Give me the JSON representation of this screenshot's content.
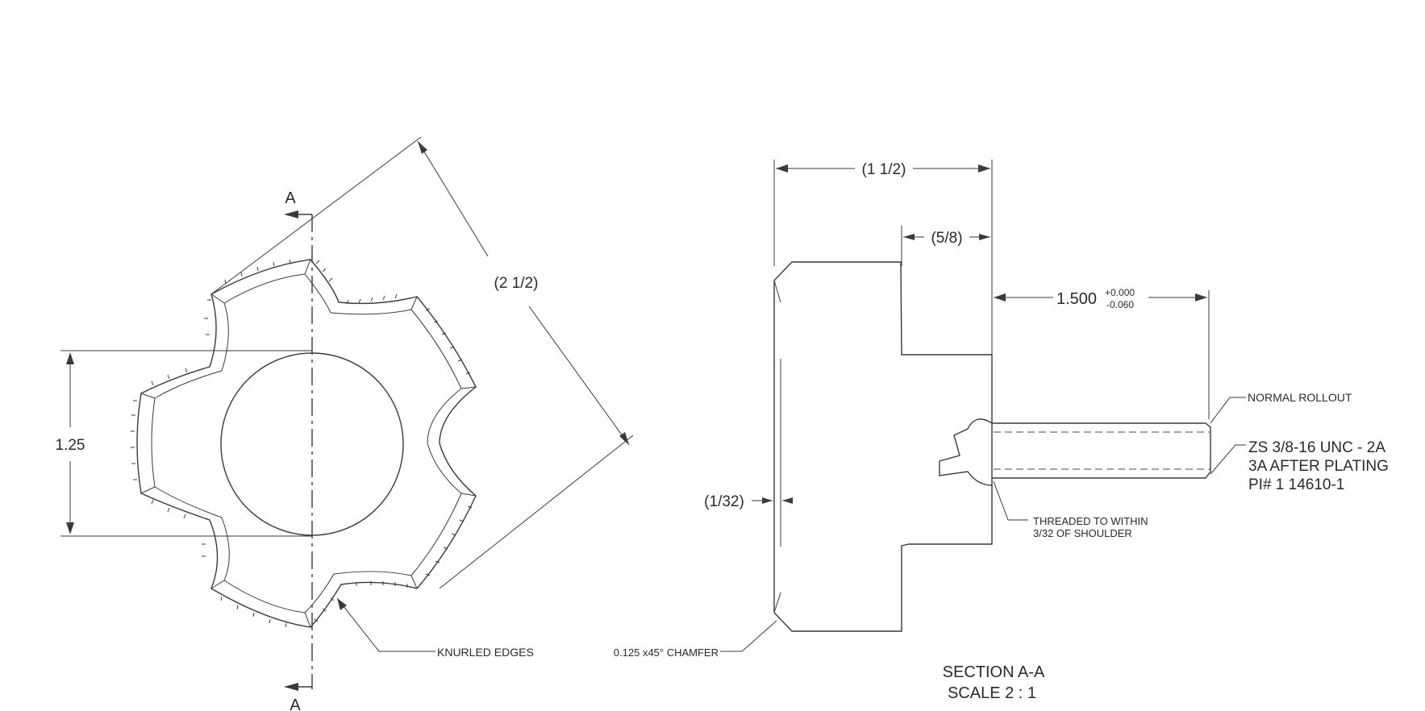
{
  "drawing": {
    "section_marker_top": "A",
    "section_marker_bottom": "A",
    "dim_diagonal": "(2 1/2)",
    "dim_bore": "1.25",
    "note_knurl": "KNURLED EDGES",
    "note_chamfer": "0.125 x45° CHAMFER",
    "dim_overall_length": "(1 1/2)",
    "dim_hub": "(5/8)",
    "dim_stud_value": "1.500",
    "dim_stud_tol_plus": "+0.000",
    "dim_stud_tol_minus": "-0.060",
    "dim_recess": "(1/32)",
    "note_rollout": "NORMAL ROLLOUT",
    "thread_spec": [
      "ZS 3/8-16 UNC - 2A",
      "3A AFTER PLATING",
      "PI# 1 14610-1"
    ],
    "note_threaded": [
      "THREADED TO WITHIN",
      "3/32 OF SHOULDER"
    ],
    "section_title": "SECTION  A-A",
    "section_scale": "SCALE 2 : 1"
  }
}
